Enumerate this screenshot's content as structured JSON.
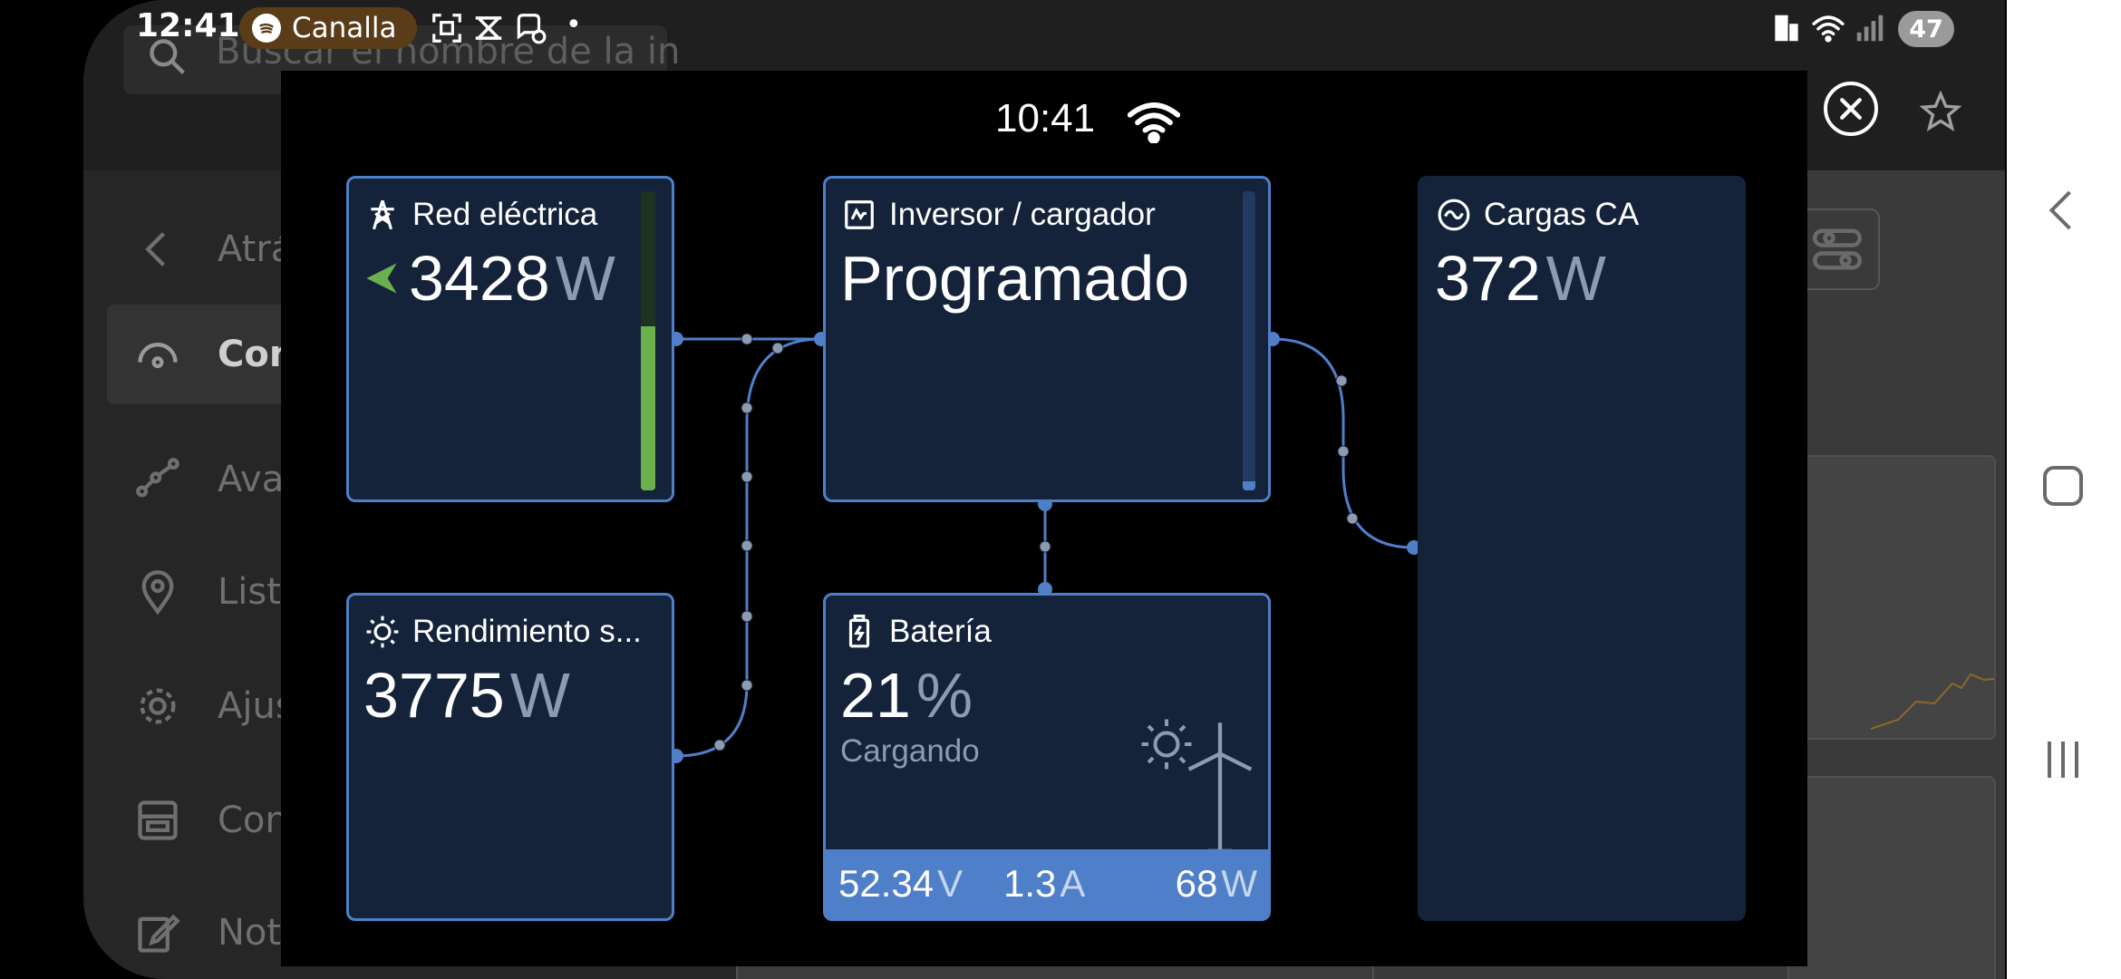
{
  "status_bar": {
    "time": "12:41",
    "media_app": "Canalla",
    "battery": "47",
    "dot": "•"
  },
  "background_app": {
    "search_placeholder": "Buscar el nombre de la in",
    "back_label": "Atrás",
    "menu": [
      {
        "label": "Cons",
        "icon": "gauge-icon",
        "active": true
      },
      {
        "label": "Avan",
        "icon": "nodes-icon",
        "active": false
      },
      {
        "label": "Lista",
        "icon": "location-pin-icon",
        "active": false
      },
      {
        "label": "Ajust",
        "icon": "gear-icon",
        "active": false
      },
      {
        "label": "Cons",
        "icon": "device-icon",
        "active": false
      },
      {
        "label": "Nota",
        "icon": "edit-icon",
        "active": false
      }
    ]
  },
  "gx": {
    "clock": "10:41",
    "grid": {
      "title": "Red eléctrica",
      "value": "3428",
      "unit": "W",
      "level": 0.55
    },
    "inverter": {
      "title": "Inversor / cargador",
      "state": "Programado",
      "level": 0.03
    },
    "loads": {
      "title": "Cargas CA",
      "value": "372",
      "unit": "W"
    },
    "solar": {
      "title": "Rendimiento s...",
      "value": "3775",
      "unit": "W"
    },
    "battery": {
      "title": "Batería",
      "soc": "21",
      "soc_unit": "%",
      "status": "Cargando",
      "voltage": "52.34",
      "voltage_unit": "V",
      "current": "1.3",
      "current_unit": "A",
      "power": "68",
      "power_unit": "W"
    }
  },
  "colors": {
    "box_bg": "#14233a",
    "box_border": "#4f7fc8",
    "grid_bar": "#6ab04c",
    "unit_text": "#8b9bb2"
  }
}
